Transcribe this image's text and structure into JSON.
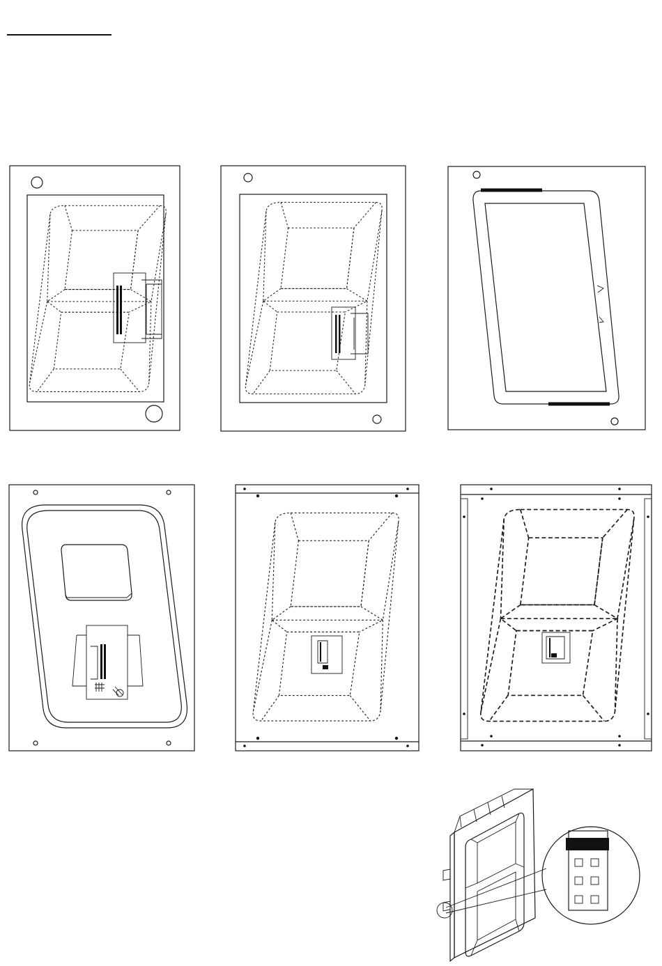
{
  "page": {
    "header_rule": "underline",
    "panels": [
      {
        "id": "p1",
        "kind": "seven-segment-dotted-with-connector"
      },
      {
        "id": "p2",
        "kind": "seven-segment-dotted-with-connector"
      },
      {
        "id": "p3",
        "kind": "slanted-frame-gasket"
      },
      {
        "id": "p4",
        "kind": "rear-housing-with-driver-board"
      },
      {
        "id": "p5",
        "kind": "seven-segment-dotted-on-plate"
      },
      {
        "id": "p6",
        "kind": "seven-segment-dashed-on-plate"
      },
      {
        "id": "p7",
        "kind": "isometric-display-with-connector-detail"
      }
    ]
  },
  "colors": {
    "ink": "#1a1a1a",
    "paper": "#ffffff"
  }
}
